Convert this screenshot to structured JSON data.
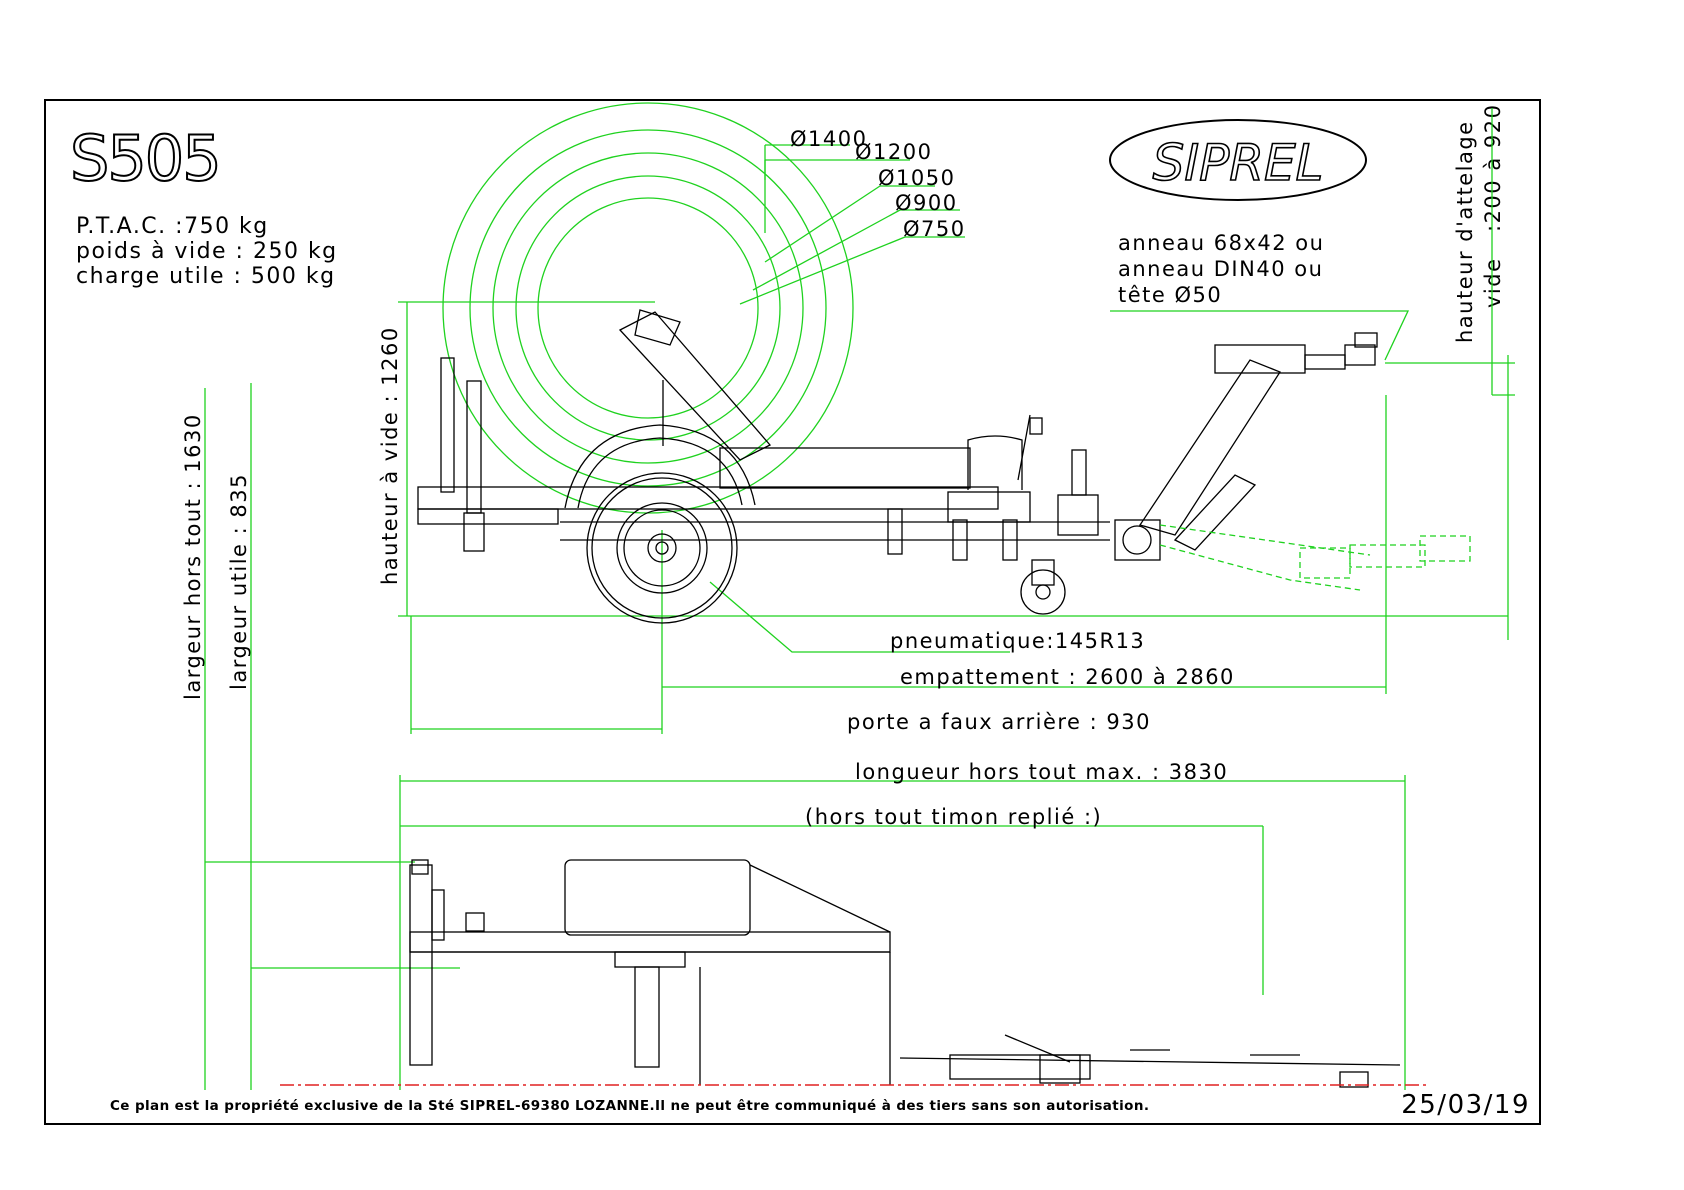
{
  "model": "S505",
  "brand": "SIPREL",
  "specs": {
    "ptac": "P.T.A.C. :750 kg",
    "poids_vide": "poids à vide : 250 kg",
    "charge_utile": "charge utile : 500 kg"
  },
  "drum_diameters": [
    "Ø1400",
    "Ø1200",
    "Ø1050",
    "Ø900",
    "Ø750"
  ],
  "coupling": {
    "line1": "anneau 68x42 ou",
    "line2": "anneau DIN40 ou",
    "line3": "tête Ø50"
  },
  "dimensions": {
    "hauteur_attelage": "hauteur d'attelage",
    "attelage_range": ":200 à 920",
    "vide": "vide",
    "hauteur_vide": "hauteur à vide : 1260",
    "largeur_hors_tout": "largeur hors tout : 1630",
    "largeur_utile": "largeur utile : 835",
    "pneumatique": "pneumatique:145R13",
    "empattement": "empattement : 2600 à 2860",
    "porte_a_faux": "porte a faux arrière : 930",
    "longueur": "longueur hors tout  max. : 3830",
    "timon_replie": "(hors tout timon replié :)"
  },
  "footer": {
    "notice": "Ce plan est la propriété exclusive de la Sté SIPREL-69380 LOZANNE.Il ne peut être communiqué à des tiers sans son autorisation.",
    "date": "25/03/19"
  },
  "colors": {
    "line": "#000000",
    "dimension": "#1fd21f",
    "axis": "#e02020"
  }
}
